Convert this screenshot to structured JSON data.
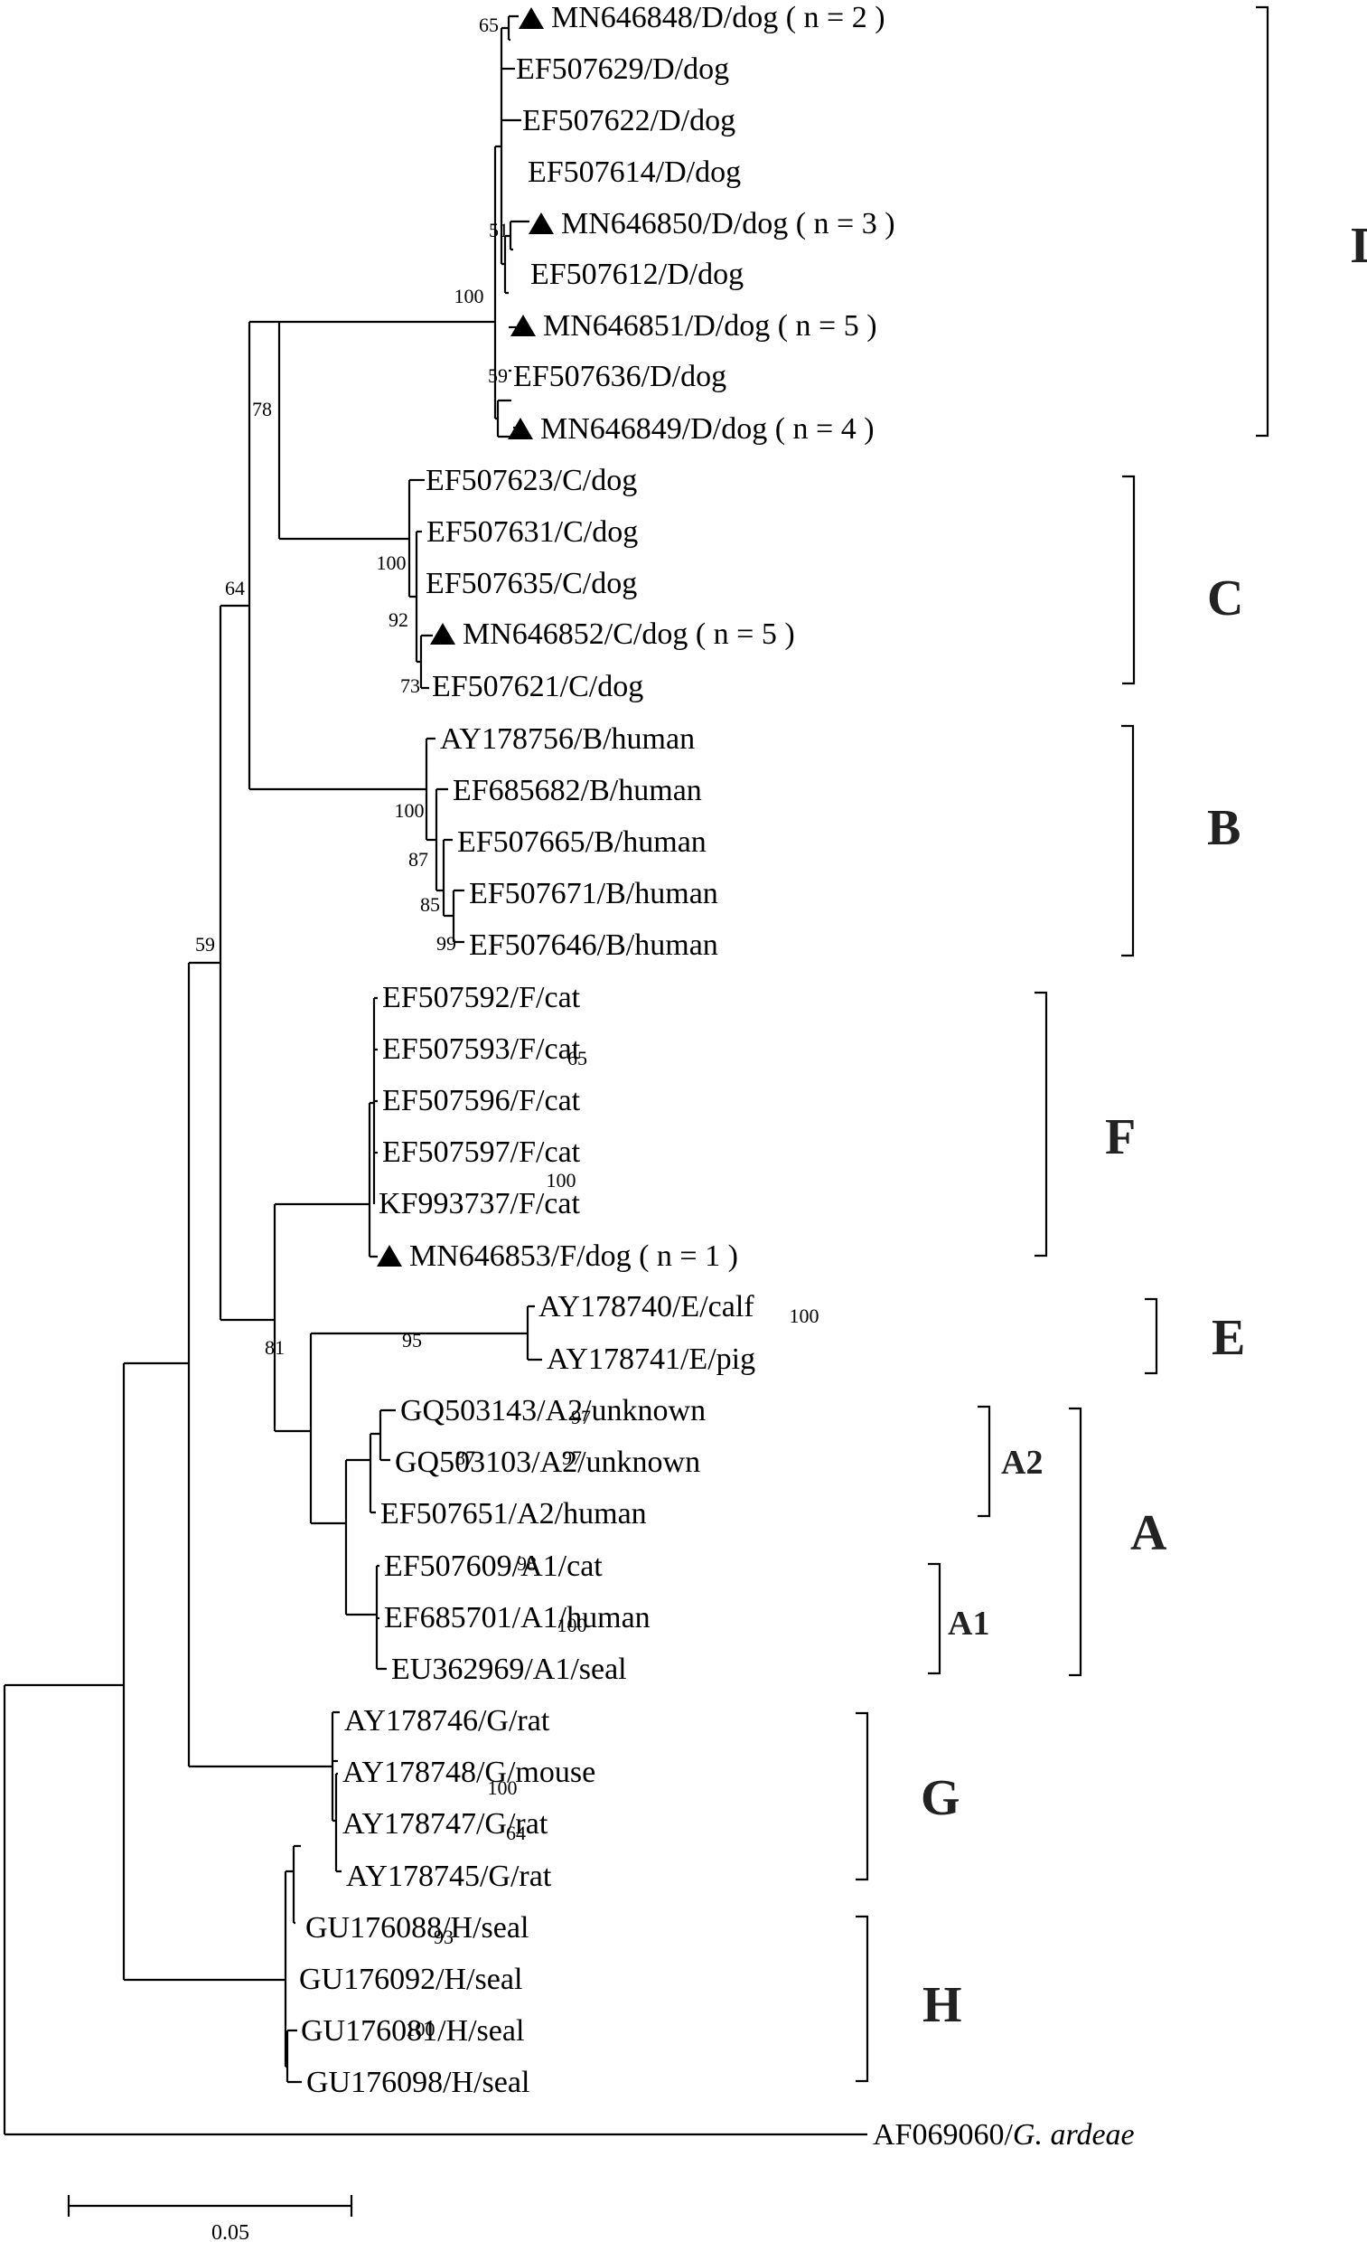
{
  "tree": {
    "leaves": [
      {
        "id": "L1",
        "label": "MN646848/D/dog ( n = 2 )",
        "marked": true
      },
      {
        "id": "L2",
        "label": "EF507629/D/dog",
        "marked": false
      },
      {
        "id": "L3",
        "label": "EF507622/D/dog",
        "marked": false
      },
      {
        "id": "L4",
        "label": "EF507614/D/dog",
        "marked": false
      },
      {
        "id": "L5",
        "label": "MN646850/D/dog ( n = 3 )",
        "marked": true
      },
      {
        "id": "L6",
        "label": "EF507612/D/dog",
        "marked": false
      },
      {
        "id": "L7",
        "label": "MN646851/D/dog ( n = 5 )",
        "marked": true
      },
      {
        "id": "L8",
        "label": "EF507636/D/dog",
        "marked": false
      },
      {
        "id": "L9",
        "label": "MN646849/D/dog ( n = 4 )",
        "marked": true
      },
      {
        "id": "L10",
        "label": "EF507623/C/dog",
        "marked": false
      },
      {
        "id": "L11",
        "label": "EF507631/C/dog",
        "marked": false
      },
      {
        "id": "L12",
        "label": "EF507635/C/dog",
        "marked": false
      },
      {
        "id": "L13",
        "label": "MN646852/C/dog ( n = 5 )",
        "marked": true
      },
      {
        "id": "L14",
        "label": "EF507621/C/dog",
        "marked": false
      },
      {
        "id": "L15",
        "label": "AY178756/B/human",
        "marked": false
      },
      {
        "id": "L16",
        "label": "EF685682/B/human",
        "marked": false
      },
      {
        "id": "L17",
        "label": "EF507665/B/human",
        "marked": false
      },
      {
        "id": "L18",
        "label": "EF507671/B/human",
        "marked": false
      },
      {
        "id": "L19",
        "label": "EF507646/B/human",
        "marked": false
      },
      {
        "id": "L20",
        "label": "EF507592/F/cat",
        "marked": false
      },
      {
        "id": "L21",
        "label": "EF507593/F/cat",
        "marked": false
      },
      {
        "id": "L22",
        "label": "EF507596/F/cat",
        "marked": false
      },
      {
        "id": "L23",
        "label": "EF507597/F/cat",
        "marked": false
      },
      {
        "id": "L24",
        "label": "KF993737/F/cat",
        "marked": false
      },
      {
        "id": "L25",
        "label": "MN646853/F/dog ( n = 1 )",
        "marked": true
      },
      {
        "id": "L26",
        "label": "AY178740/E/calf",
        "marked": false
      },
      {
        "id": "L27",
        "label": "AY178741/E/pig",
        "marked": false
      },
      {
        "id": "L28",
        "label": "GQ503143/A2/unknown",
        "marked": false
      },
      {
        "id": "L29",
        "label": "GQ503103/A2/unknown",
        "marked": false
      },
      {
        "id": "L30",
        "label": "EF507651/A2/human",
        "marked": false
      },
      {
        "id": "L31",
        "label": "EF507609/A1/cat",
        "marked": false
      },
      {
        "id": "L32",
        "label": "EF685701/A1/human",
        "marked": false
      },
      {
        "id": "L33",
        "label": "EU362969/A1/seal",
        "marked": false
      },
      {
        "id": "L34",
        "label": "AY178746/G/rat",
        "marked": false
      },
      {
        "id": "L35",
        "label": "AY178748/G/mouse",
        "marked": false
      },
      {
        "id": "L36",
        "label": "AY178747/G/rat",
        "marked": false
      },
      {
        "id": "L37",
        "label": "AY178745/G/rat",
        "marked": false
      },
      {
        "id": "L38",
        "label": "GU176088/H/seal",
        "marked": false
      },
      {
        "id": "L39",
        "label": "GU176092/H/seal",
        "marked": false
      },
      {
        "id": "L40",
        "label": "GU176081/H/seal",
        "marked": false
      },
      {
        "id": "L41",
        "label": "GU176098/H/seal",
        "marked": false
      },
      {
        "id": "L42",
        "label": "AF069060/",
        "label_italic": "G. ardeae",
        "marked": false
      }
    ],
    "bootstrap_values": [
      "65",
      "51",
      "100",
      "59",
      "78",
      "100",
      "92",
      "73",
      "64",
      "100",
      "87",
      "85",
      "99",
      "59",
      "65",
      "100",
      "95",
      "100",
      "87",
      "97",
      "97",
      "98",
      "100",
      "81",
      "100",
      "64",
      "93",
      "100"
    ],
    "clades": [
      {
        "name": "D"
      },
      {
        "name": "C"
      },
      {
        "name": "B"
      },
      {
        "name": "F"
      },
      {
        "name": "E"
      },
      {
        "name": "A2"
      },
      {
        "name": "A1"
      },
      {
        "name": "A"
      },
      {
        "name": "G"
      },
      {
        "name": "H"
      }
    ],
    "scale_bar": {
      "label": "0.05"
    }
  }
}
